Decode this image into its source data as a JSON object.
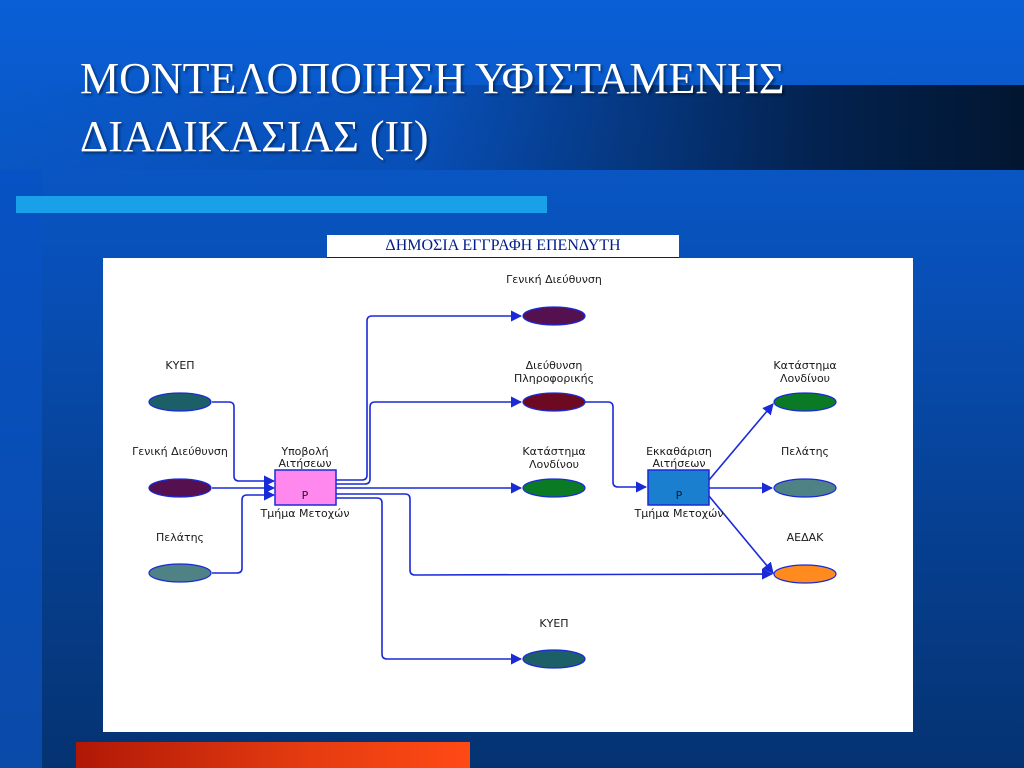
{
  "slide": {
    "title_line1": "ΜΟΝΤΕΛΟΠΟΙΗΣΗ ΥΦΙΣΤΑΜΕΝΗΣ",
    "title_line2": "ΔΙΑΔΙΚΑΣΙΑΣ (ΙΙ)",
    "subtitle": "ΔΗΜΟΣΙΑ ΕΓΓΡΑΦΗ ΕΠΕΝΔΥΤΗ"
  },
  "colors": {
    "edge": "#1a2ad8",
    "process_submit": "#ff88ee",
    "process_clear": "#1b7fd0",
    "ellipse_teal": "#1d5f66",
    "ellipse_purple": "#55114f",
    "ellipse_maroon": "#6d0a22",
    "ellipse_green": "#0b7a25",
    "ellipse_slate": "#4f8285",
    "ellipse_orange": "#ff8a1e"
  },
  "diagram": {
    "processes": [
      {
        "id": "submit",
        "name_line1": "Υποβολή",
        "name_line2": "Αιτήσεων",
        "marker": "P",
        "unit": "Τμήμα Μετοχών"
      },
      {
        "id": "clear",
        "name_line1": "Εκκαθάριση",
        "name_line2": "Αιτήσεων",
        "marker": "P",
        "unit": "Τμήμα Μετοχών"
      }
    ],
    "inputs": [
      {
        "id": "in_kyep",
        "label_line1": "ΚΥΕΠ",
        "label_line2": ""
      },
      {
        "id": "in_gen",
        "label_line1": "Γενική Διεύθυνση",
        "label_line2": ""
      },
      {
        "id": "in_client",
        "label_line1": "Πελάτης",
        "label_line2": ""
      }
    ],
    "middle_outputs": [
      {
        "id": "out_gen",
        "label_line1": "Γενική Διεύθυνση",
        "label_line2": ""
      },
      {
        "id": "out_it",
        "label_line1": "Διεύθυνση",
        "label_line2": "Πληροφορικής"
      },
      {
        "id": "out_london1",
        "label_line1": "Κατάστημα",
        "label_line2": "Λονδίνου"
      },
      {
        "id": "out_kyep",
        "label_line1": "ΚΥΕΠ",
        "label_line2": ""
      }
    ],
    "right_outputs": [
      {
        "id": "out_london2",
        "label_line1": "Κατάστημα",
        "label_line2": "Λονδίνου"
      },
      {
        "id": "out_client",
        "label_line1": "Πελάτης",
        "label_line2": ""
      },
      {
        "id": "out_aedak",
        "label_line1": "ΑΕΔΑΚ",
        "label_line2": ""
      }
    ]
  }
}
